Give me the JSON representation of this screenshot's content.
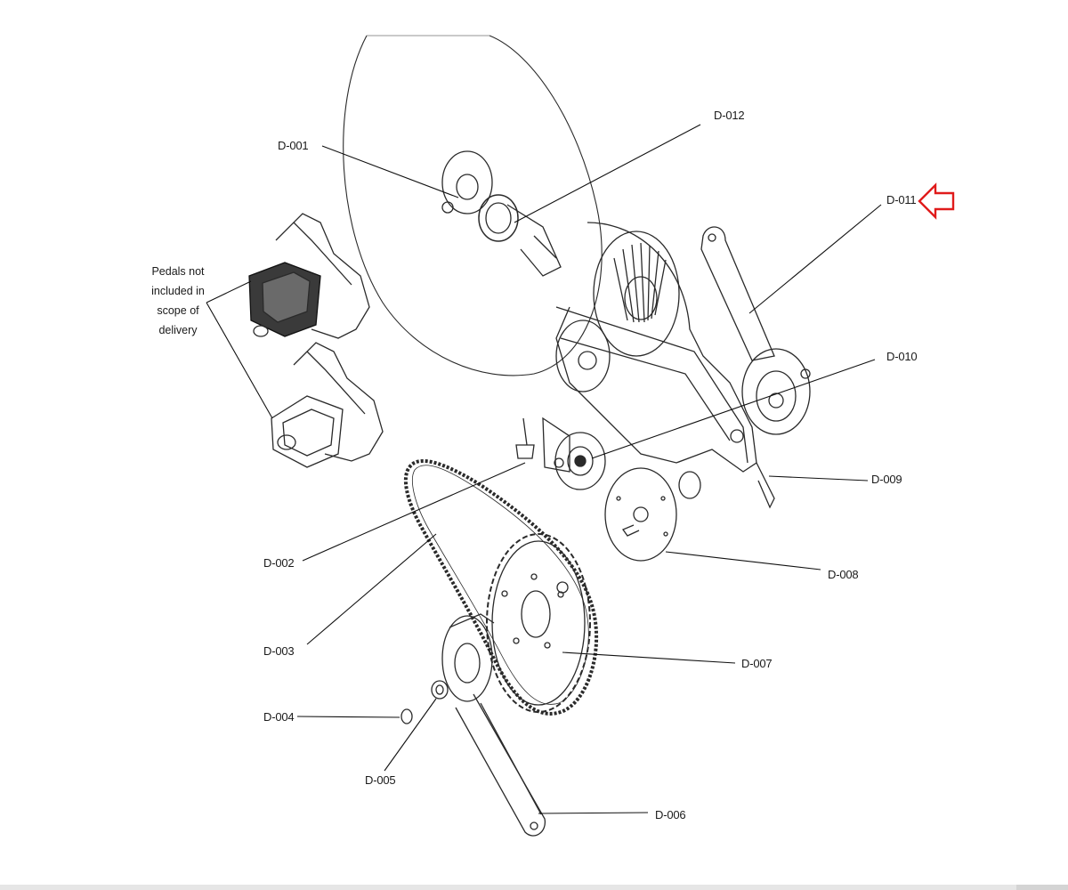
{
  "labels": {
    "d001": "D-001",
    "d002": "D-002",
    "d003": "D-003",
    "d004": "D-004",
    "d005": "D-005",
    "d006": "D-006",
    "d007": "D-007",
    "d008": "D-008",
    "d009": "D-009",
    "d010": "D-010",
    "d011": "D-011",
    "d012": "D-012"
  },
  "note": {
    "line1": "Pedals not",
    "line2": "included in",
    "line3": "scope of",
    "line4": "delivery"
  },
  "colors": {
    "drawing_stroke": "#2a2a2a",
    "leader_line": "#111111",
    "highlight_arrow": "#e01b1b",
    "pedal_dark": "#3a3a3a"
  },
  "icons": {
    "highlight": "hollow-left-arrow-icon"
  }
}
